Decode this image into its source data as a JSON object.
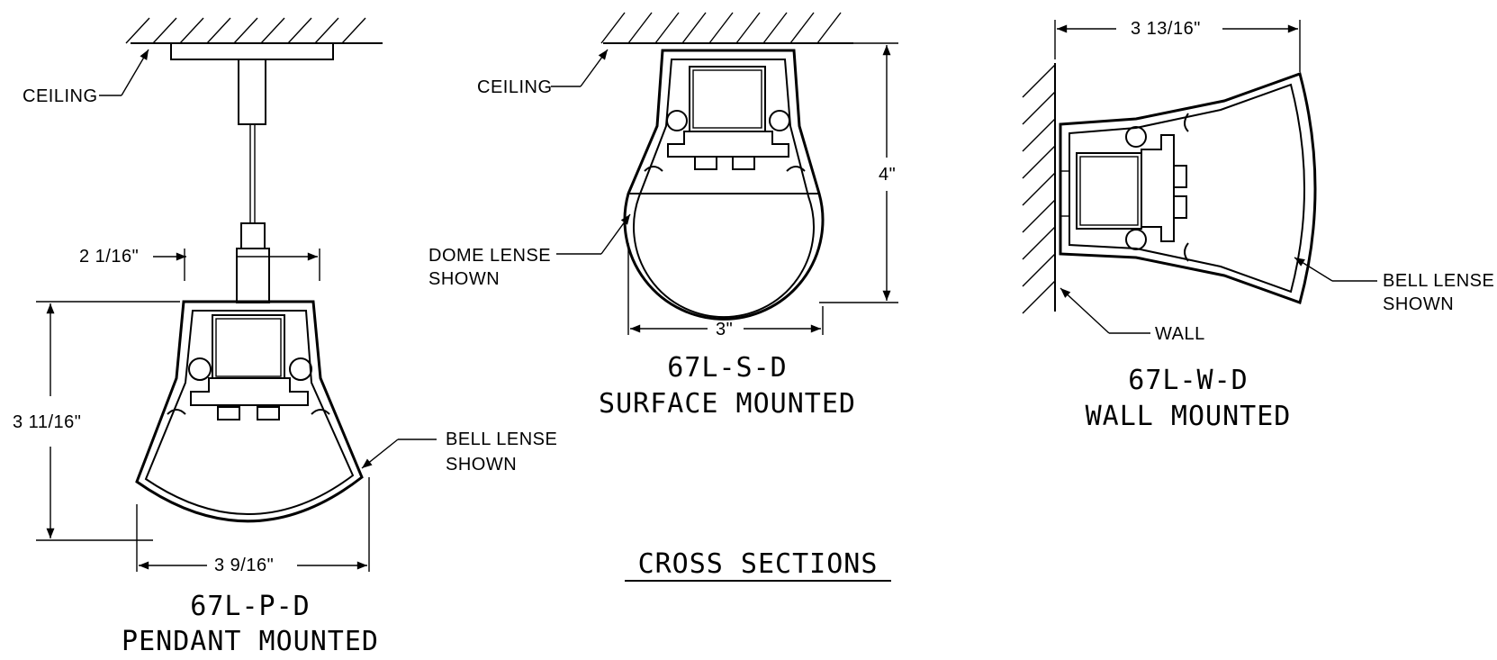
{
  "views": {
    "pendant": {
      "model": "67L-P-D",
      "mount": "PENDANT MOUNTED",
      "ceiling_label": "CEILING",
      "lens_label_1": "BELL LENSE",
      "lens_label_2": "SHOWN",
      "dim_stem": "2 1/16\"",
      "dim_height": "3 11/16\"",
      "dim_width": "3 9/16\""
    },
    "surface": {
      "model": "67L-S-D",
      "mount": "SURFACE MOUNTED",
      "ceiling_label": "CEILING",
      "lens_label_1": "DOME LENSE",
      "lens_label_2": "SHOWN",
      "dim_height": "4\"",
      "dim_width": "3\""
    },
    "wall": {
      "model": "67L-W-D",
      "mount": "WALL MOUNTED",
      "wall_label": "WALL",
      "lens_label_1": "BELL LENSE",
      "lens_label_2": "SHOWN",
      "dim_depth": "3 13/16\""
    }
  },
  "sheet_title": "CROSS SECTIONS"
}
